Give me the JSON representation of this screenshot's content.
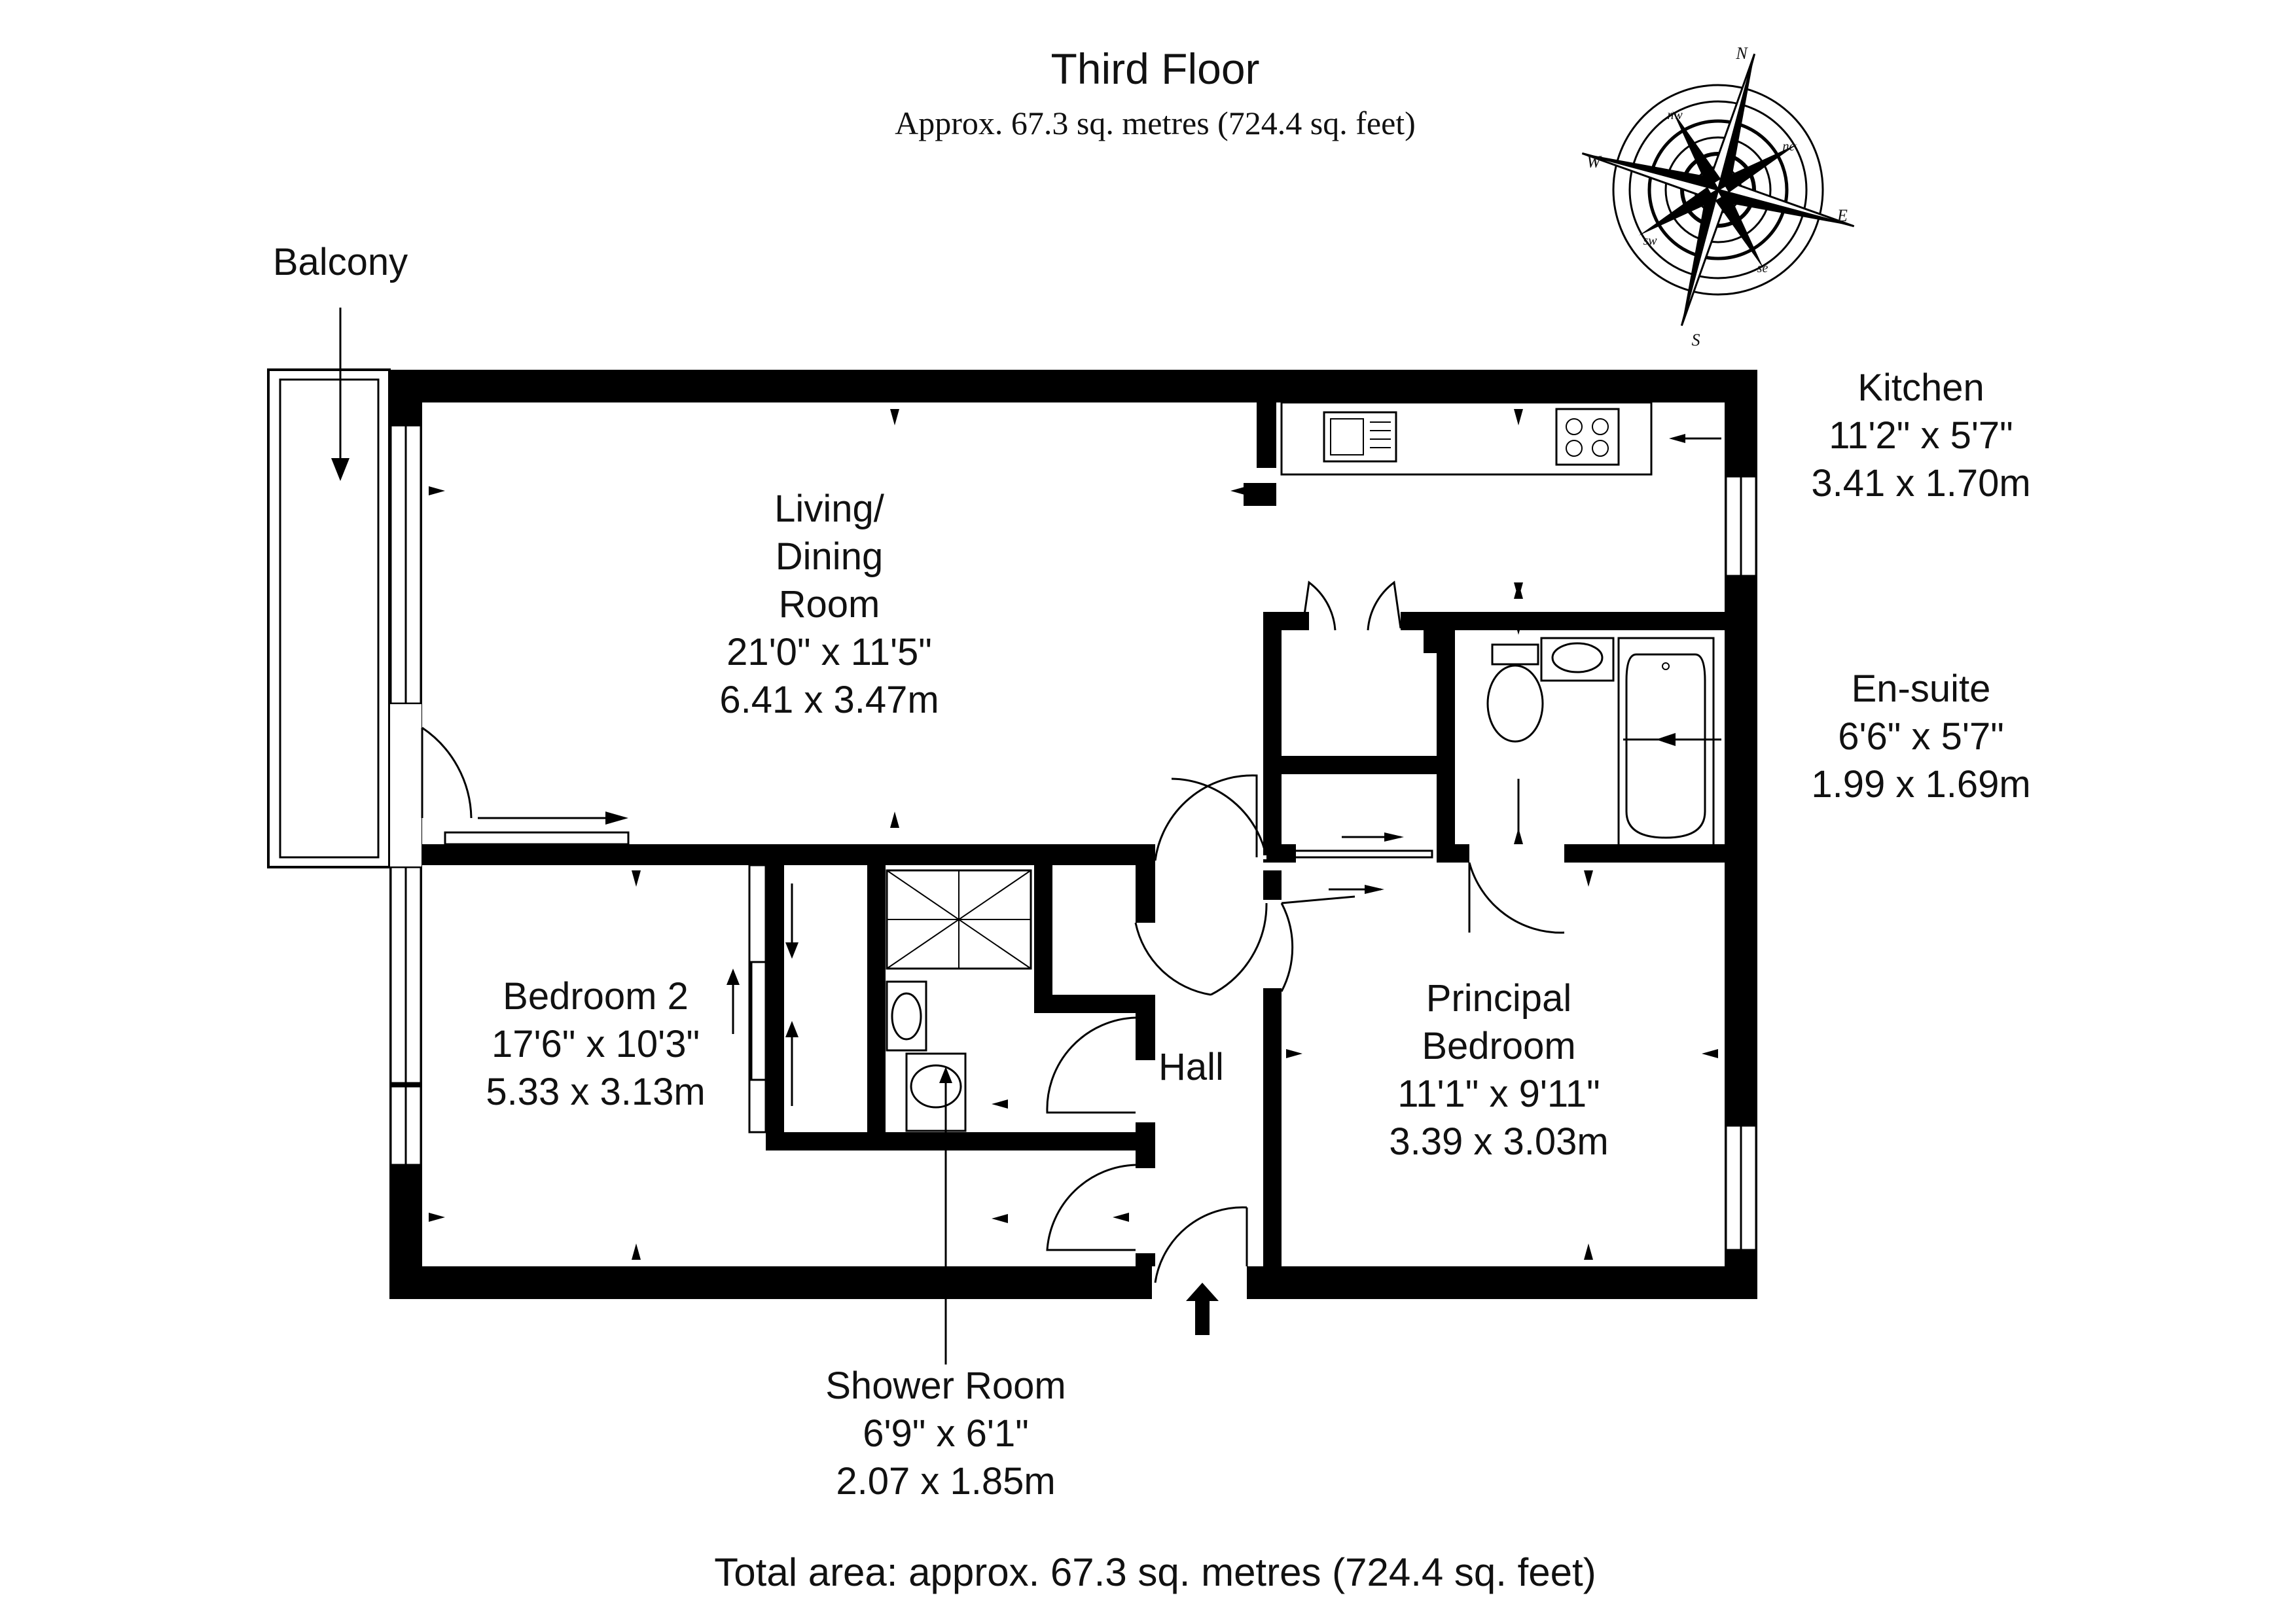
{
  "header": {
    "title": "Third Floor",
    "subtitle": "Approx. 67.3 sq. metres (724.4 sq. feet)"
  },
  "compass": {
    "cardinals": {
      "n": "N",
      "e": "E",
      "s": "S",
      "w": "W"
    },
    "intercardinals": {
      "nw": "nw",
      "ne": "ne",
      "sw": "sw",
      "se": "se"
    }
  },
  "rooms": {
    "balcony": {
      "name": "Balcony"
    },
    "living": {
      "name_lines": [
        "Living/",
        "Dining",
        "Room"
      ],
      "imperial": "21'0\" x 11'5\"",
      "metric": "6.41 x 3.47m"
    },
    "kitchen": {
      "name": "Kitchen",
      "imperial": "11'2\" x 5'7\"",
      "metric": "3.41 x 1.70m"
    },
    "ensuite": {
      "name": "En-suite",
      "imperial": "6'6\" x 5'7\"",
      "metric": "1.99 x 1.69m"
    },
    "bedroom2": {
      "name": "Bedroom 2",
      "imperial": "17'6\" x 10'3\"",
      "metric": "5.33 x 3.13m"
    },
    "hall": {
      "name": "Hall"
    },
    "principal": {
      "name_lines": [
        "Principal",
        "Bedroom"
      ],
      "imperial": "11'1\" x 9'11\"",
      "metric": "3.39 x 3.03m"
    },
    "shower": {
      "name": "Shower Room",
      "imperial": "6'9\" x 6'1\"",
      "metric": "2.07 x 1.85m"
    }
  },
  "footer": {
    "total": "Total area: approx. 67.3 sq. metres (724.4 sq. feet)"
  }
}
